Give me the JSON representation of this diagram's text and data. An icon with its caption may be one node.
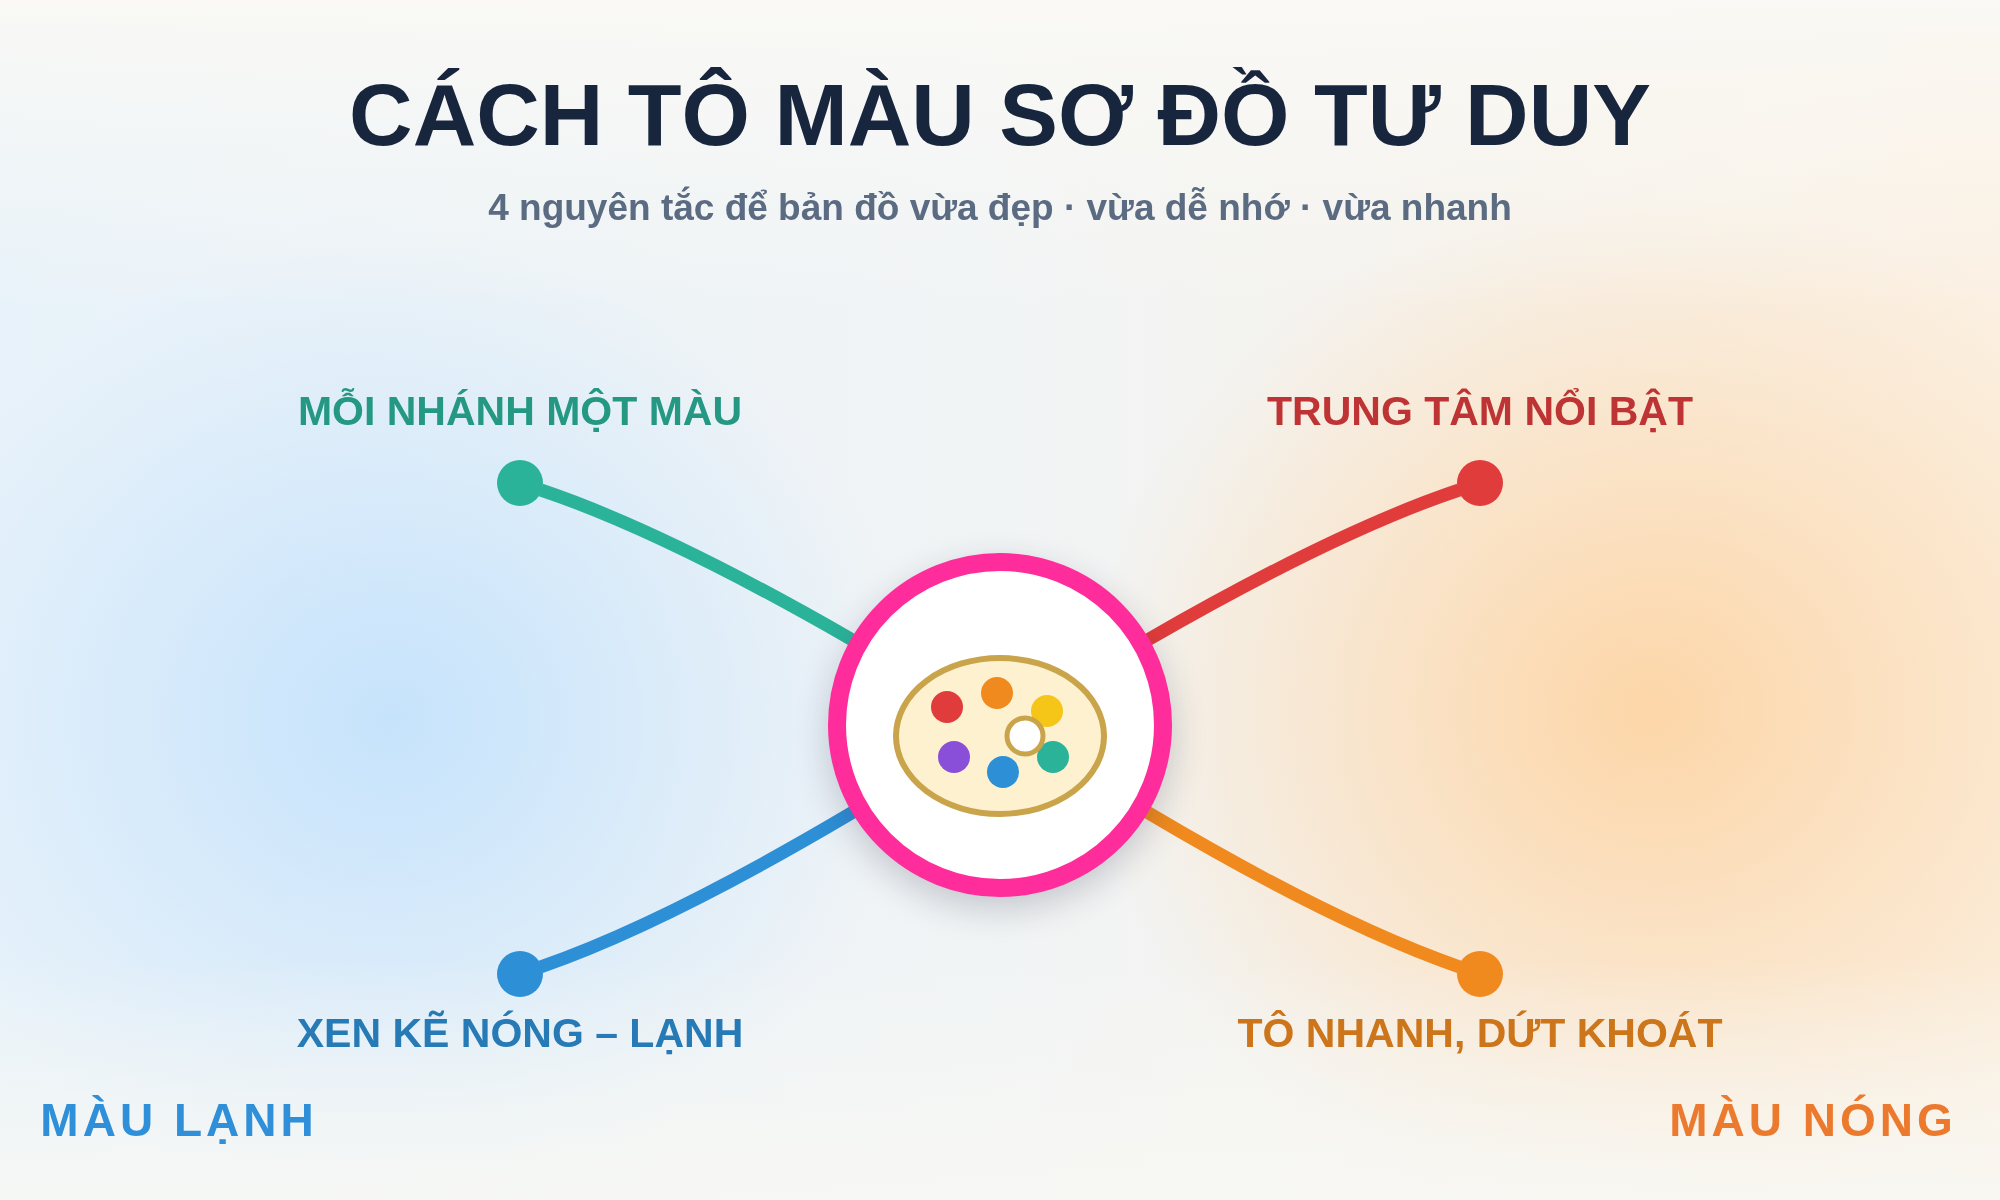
{
  "diagram": {
    "title": "CÁCH TÔ MÀU SƠ ĐỒ TƯ DUY",
    "nodes": [
      {
        "text": [],
        "shape": "circle",
        "beside": [
          "MỖI NHÁNH MỘT MÀU"
        ]
      },
      {
        "text": [],
        "shape": "circle",
        "beside": [
          "TRUNG TÂM NỔI BẬT"
        ]
      },
      {
        "text": [],
        "shape": "circle"
      },
      {
        "text": [],
        "shape": "circle",
        "beside": [
          "XEN KẼ NÓNG – LẠNH"
        ]
      },
      {
        "text": [],
        "shape": "circle",
        "beside": [
          "TÔ NHANH, DỨT KHOÁT"
        ]
      }
    ],
    "edges": [
      {
        "from": 2,
        "to": 0,
        "arrow": "none",
        "color": "#2bb39a"
      },
      {
        "from": 2,
        "to": 1,
        "arrow": "none",
        "color": "#e03c3c"
      },
      {
        "from": 2,
        "to": 3,
        "arrow": "none",
        "color": "#2d8fd6"
      },
      {
        "from": 2,
        "to": 4,
        "arrow": "none",
        "color": "#f08a1e"
      }
    ],
    "labels": [
      "4 nguyên tắc để bản đồ vừa đẹp · vừa dễ nhớ · vừa nhanh",
      "MÀU LẠNH",
      "MÀU NÓNG"
    ]
  }
}
